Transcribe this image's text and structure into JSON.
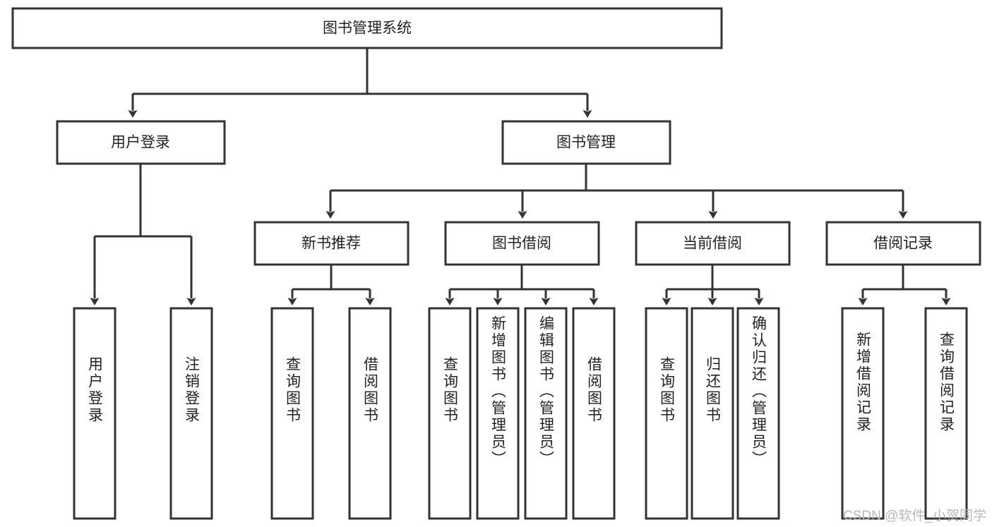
{
  "diagram": {
    "title_node": {
      "label": "图书管理系统"
    },
    "level1": [
      {
        "id": "user-login",
        "label": "用户登录"
      },
      {
        "id": "book-management",
        "label": "图书管理"
      }
    ],
    "level2": [
      {
        "id": "new-book-recommend",
        "label": "新书推荐"
      },
      {
        "id": "book-borrow",
        "label": "图书借阅"
      },
      {
        "id": "current-borrow",
        "label": "当前借阅"
      },
      {
        "id": "borrow-record",
        "label": "借阅记录"
      }
    ],
    "leaves": {
      "user_login": [
        {
          "id": "leaf-user-login",
          "label": "用户登录"
        },
        {
          "id": "leaf-logout-login",
          "label": "注销登录"
        }
      ],
      "new_book_recommend": [
        {
          "id": "leaf-query-book-1",
          "label": "查询图书"
        },
        {
          "id": "leaf-borrow-book-1",
          "label": "借阅图书"
        }
      ],
      "book_borrow": [
        {
          "id": "leaf-query-book-2",
          "label": "查询图书"
        },
        {
          "id": "leaf-add-book",
          "label": "新增图书（管理员）"
        },
        {
          "id": "leaf-edit-book",
          "label": "编辑图书（管理员）"
        },
        {
          "id": "leaf-borrow-book-2",
          "label": "借阅图书"
        }
      ],
      "current_borrow": [
        {
          "id": "leaf-query-book-3",
          "label": "查询图书"
        },
        {
          "id": "leaf-return-book",
          "label": "归还图书"
        },
        {
          "id": "leaf-confirm-return",
          "label": "确认归还（管理员）"
        }
      ],
      "borrow_record": [
        {
          "id": "leaf-add-borrow-record",
          "label": "新增借阅记录"
        },
        {
          "id": "leaf-query-borrow-record",
          "label": "查询借阅记录"
        }
      ]
    },
    "watermark": {
      "text": "CSDN @软件_小贺同学"
    },
    "colors": {
      "stroke": "#333333",
      "box_fill": "#ffffff",
      "text": "#222222",
      "background": "#ffffff",
      "watermark": "#b8b8b8"
    }
  }
}
